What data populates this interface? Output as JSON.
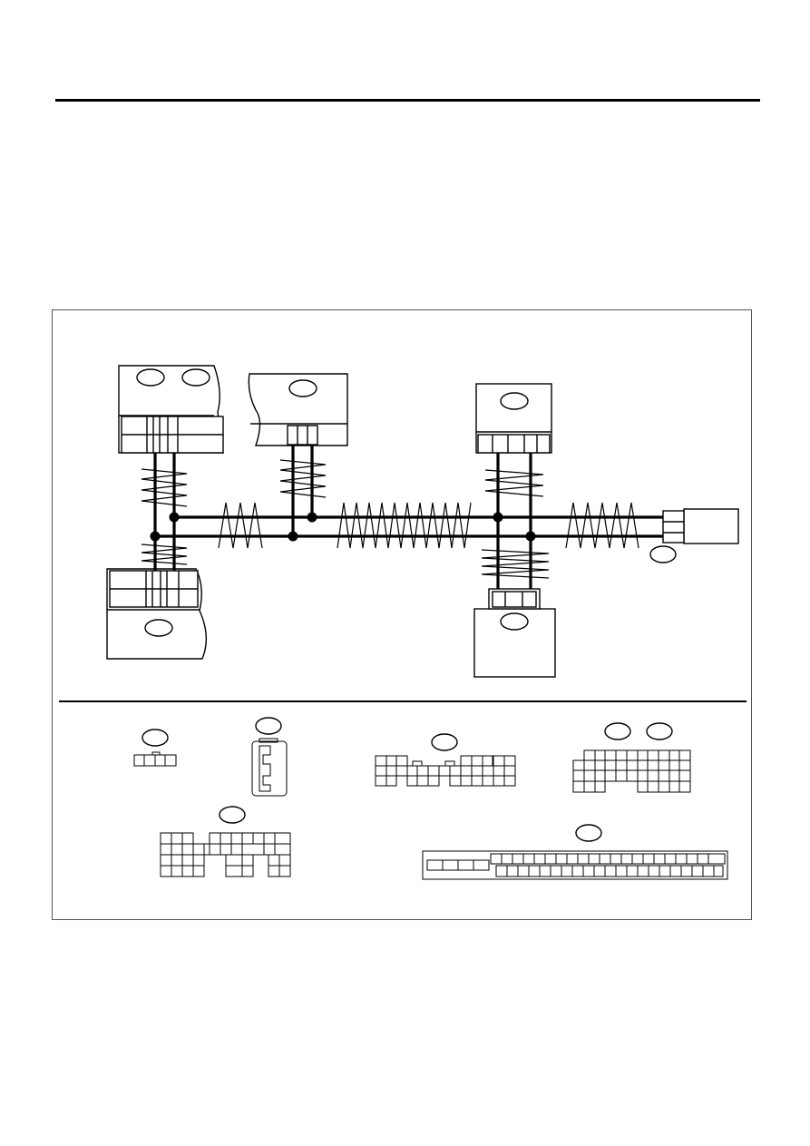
{
  "colors": {
    "background": "#ffffff",
    "ink": "#000000",
    "frame": "#555555"
  },
  "diagram": {
    "labels_visible": false,
    "wiring_section": {
      "units": [
        "upper-left-unit",
        "upper-middle-unit",
        "upper-right-unit",
        "lower-left-unit",
        "lower-right-unit",
        "right-side-unit"
      ],
      "harness_wires": 2,
      "splice_points": 6
    },
    "connector_section": {
      "connectors": [
        "small-4-pin-connector",
        "vertical-3-pin-connector",
        "dual-row-connector",
        "twin-tag-connector",
        "wide-dual-row-connector",
        "long-strip-connector"
      ]
    }
  }
}
